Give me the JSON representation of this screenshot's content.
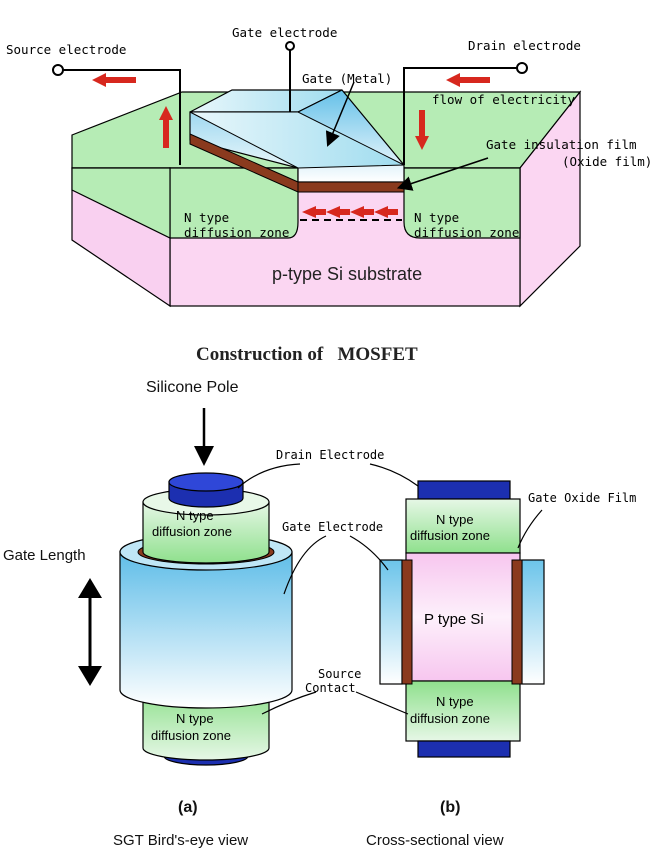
{
  "top": {
    "labels": {
      "source_electrode": "Source electrode",
      "gate_electrode": "Gate electrode",
      "drain_electrode": "Drain electrode",
      "gate_metal": "Gate (Metal)",
      "flow": "flow of electricity",
      "insulation_1": "Gate insulation film",
      "insulation_2": "(Oxide film)",
      "n_left_1": "N type",
      "n_left_2": "diffusion zone",
      "n_right_1": "N type",
      "n_right_2": "diffusion zone",
      "substrate": "p-type Si substrate"
    },
    "caption": "Construction of   MOSFET"
  },
  "bottom": {
    "labels": {
      "silicone_pole": "Silicone Pole",
      "drain_electrode": "Drain Electrode",
      "gate_oxide_film": "Gate Oxide Film",
      "gate_electrode": "Gate Electrode",
      "gate_length": "Gate Length",
      "source_contact_1": "Source",
      "source_contact_2": "Contact",
      "bird_top_1": "N type",
      "bird_top_2": "diffusion zone",
      "bird_bottom_1": "N type",
      "bird_bottom_2": "diffusion zone",
      "cross_top_1": "N type",
      "cross_top_2": "diffusion zone",
      "cross_mid": "P type Si",
      "cross_bottom_1": "N type",
      "cross_bottom_2": "diffusion zone"
    },
    "captions": {
      "a_letter": "(a)",
      "a_title": "SGT Bird's-eye view",
      "b_letter": "(b)",
      "b_title": "Cross-sectional view"
    }
  },
  "colors": {
    "green": "#b6ecb5",
    "pink": "#fbd6f2",
    "brown": "#8a3a1e",
    "arrow_red": "#d7281e",
    "blue_dark": "#1c2fb0"
  }
}
